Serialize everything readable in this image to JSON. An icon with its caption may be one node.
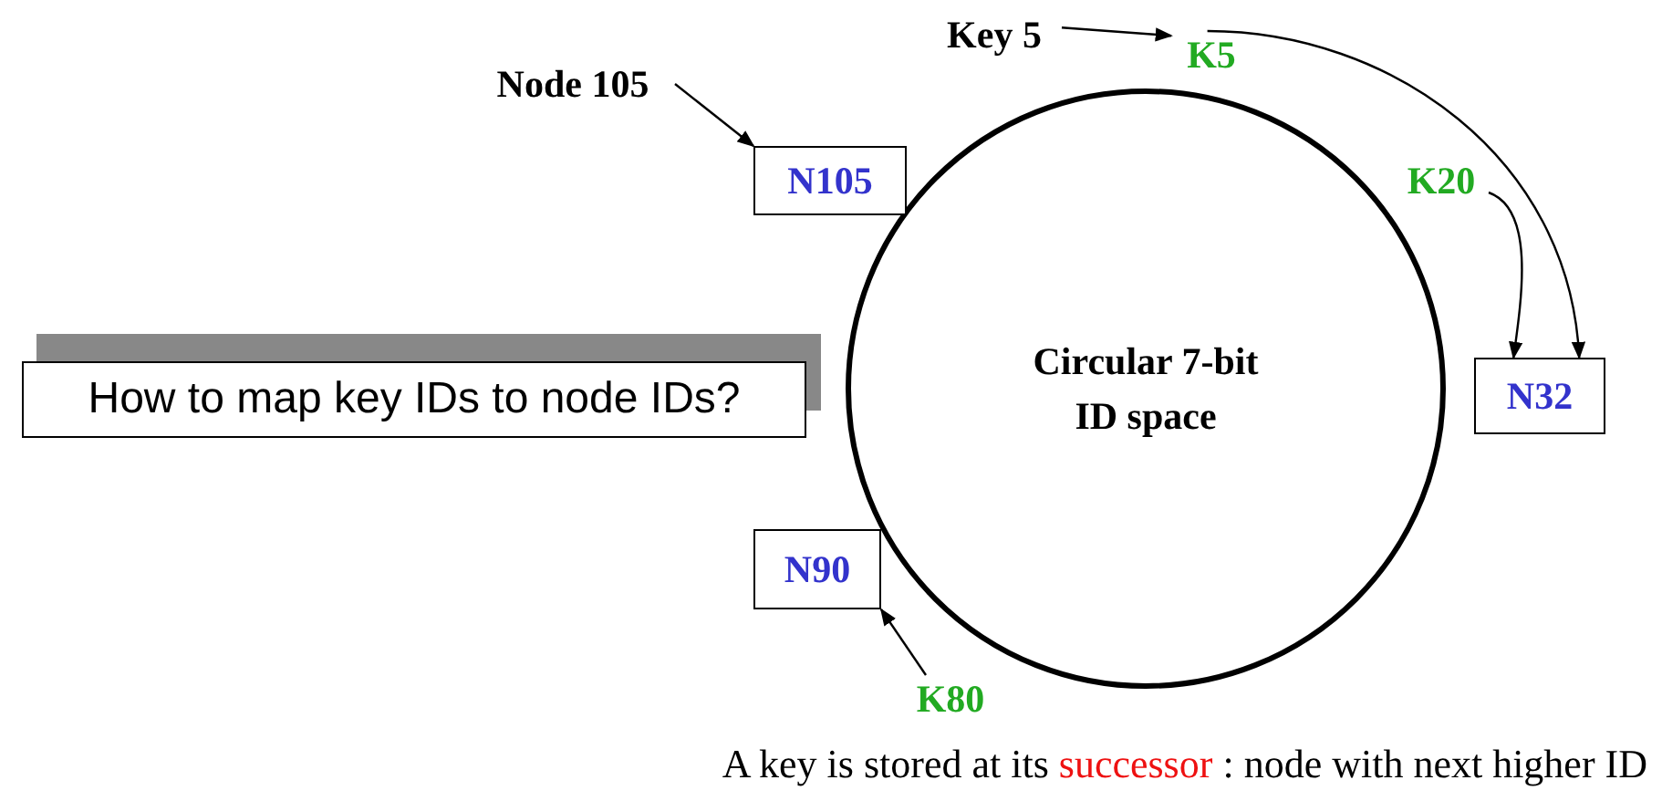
{
  "diagram": {
    "nodes": [
      {
        "text": [
          "Circular 7-bit ID space"
        ]
      },
      {
        "text": [
          "N105"
        ]
      },
      {
        "text": [
          "N32"
        ]
      },
      {
        "text": [
          "N90"
        ]
      },
      {
        "text": [
          "Node 105"
        ]
      },
      {
        "text": [
          "Key 5"
        ]
      },
      {
        "text": [
          "K5"
        ]
      },
      {
        "text": [
          "K20"
        ]
      },
      {
        "text": [
          "K80"
        ]
      },
      {
        "text": [
          "How to map key IDs to node IDs?"
        ]
      }
    ],
    "edges": [
      {
        "from": 4,
        "to": 1,
        "arrow": "to"
      },
      {
        "from": 5,
        "to": 6,
        "arrow": "to"
      },
      {
        "from": 6,
        "to": 2,
        "arrow": "to"
      },
      {
        "from": 7,
        "to": 2,
        "arrow": "to"
      },
      {
        "from": 8,
        "to": 3,
        "arrow": "to"
      }
    ],
    "labels": [
      "A key is stored at its",
      "successor",
      ": node with next higher ID"
    ]
  }
}
